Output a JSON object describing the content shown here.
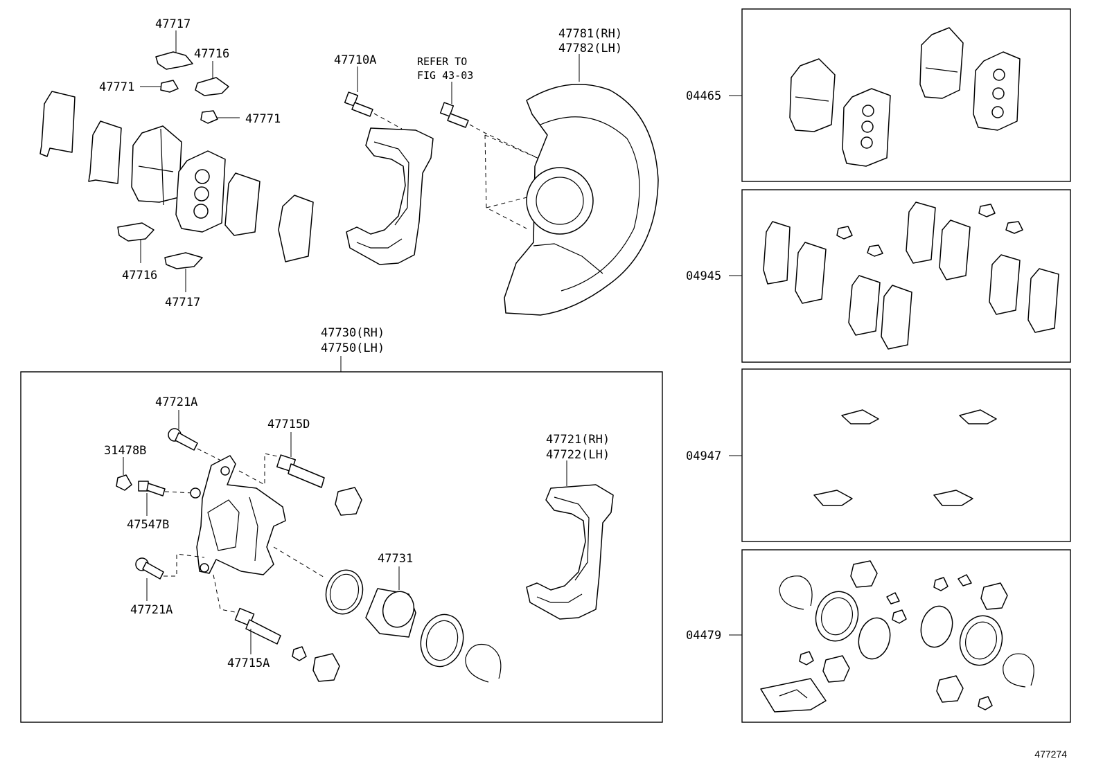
{
  "labels": {
    "p47717_top": "47717",
    "p47716_top": "47716",
    "p47771_a": "47771",
    "p47771_b": "47771",
    "p47716_bot": "47716",
    "p47717_bot": "47717",
    "p47710A": "47710A",
    "refer_line1": "REFER TO",
    "refer_line2": "FIG 43-03",
    "p47781": "47781(RH)",
    "p47782": "47782(LH)",
    "p47730": "47730(RH)",
    "p47750": "47750(LH)",
    "p47721A_top": "47721A",
    "p31478B": "31478B",
    "p47547B": "47547B",
    "p47721A_bot": "47721A",
    "p47715D": "47715D",
    "p47715A": "47715A",
    "p47731": "47731",
    "p47721": "47721(RH)",
    "p47722": "47722(LH)",
    "kit_04465": "04465",
    "kit_04945": "04945",
    "kit_04947": "04947",
    "kit_04479": "04479",
    "figure_number": "477274"
  }
}
